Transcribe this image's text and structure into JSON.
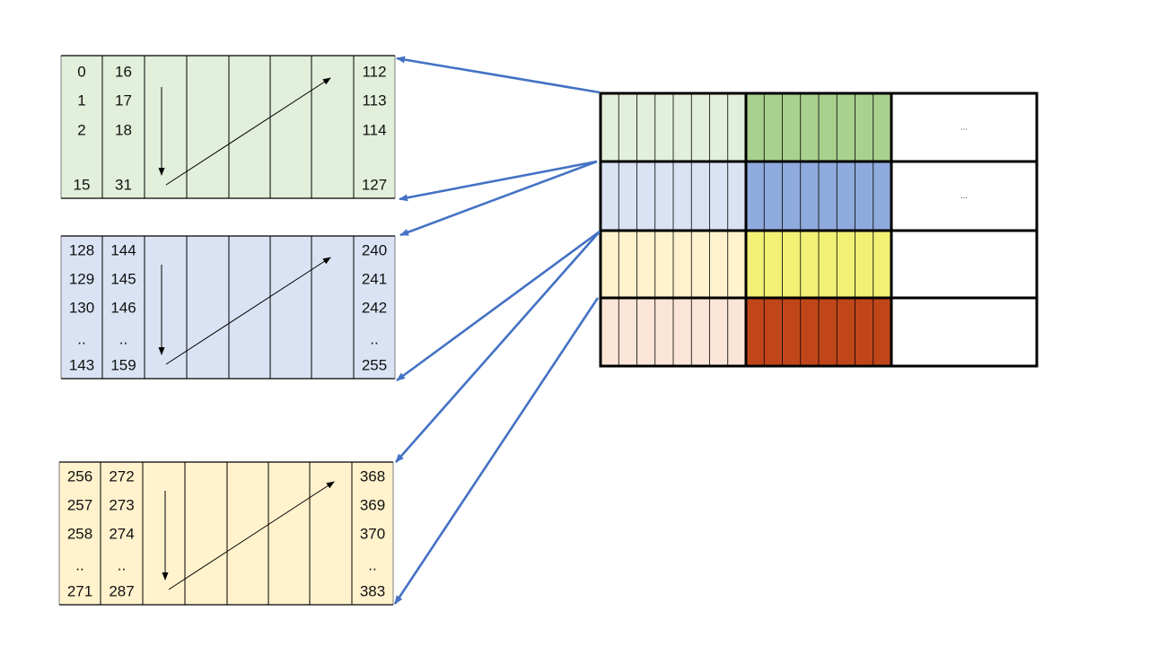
{
  "colors": {
    "panel_green": "#e2efda",
    "panel_blue": "#dae3f3",
    "panel_yellow": "#fff2cc",
    "grid_peach": "#fbe5d6",
    "dark_green": "#a9d18e",
    "dark_blue": "#8faadc",
    "dark_yellow": "#f2f075",
    "dark_red": "#c0461a",
    "connector": "#4472c4",
    "line": "#000000"
  },
  "panels": [
    {
      "name": "panel-green",
      "color_key": "panel_green",
      "first_col": [
        "0",
        "1",
        "2",
        "",
        "15"
      ],
      "second_col": [
        "16",
        "17",
        "18",
        "",
        "31"
      ],
      "last_col": [
        "112",
        "113",
        "114",
        "",
        "127"
      ]
    },
    {
      "name": "panel-blue",
      "color_key": "panel_blue",
      "first_col": [
        "128",
        "129",
        "130",
        "..",
        "143"
      ],
      "second_col": [
        "144",
        "145",
        "146",
        "..",
        "159"
      ],
      "last_col": [
        "240",
        "241",
        "242",
        "..",
        "255"
      ]
    },
    {
      "name": "panel-yellow",
      "color_key": "panel_yellow",
      "first_col": [
        "256",
        "257",
        "258",
        "..",
        "271"
      ],
      "second_col": [
        "272",
        "273",
        "274",
        "..",
        "287"
      ],
      "last_col": [
        "368",
        "369",
        "370",
        "..",
        "383"
      ]
    }
  ],
  "grid": {
    "rows": [
      {
        "light_key": "panel_green",
        "dark_key": "dark_green",
        "ellipsis": "..."
      },
      {
        "light_key": "panel_blue",
        "dark_key": "dark_blue",
        "ellipsis": "..."
      },
      {
        "light_key": "panel_yellow",
        "dark_key": "dark_yellow",
        "ellipsis": ""
      },
      {
        "light_key": "grid_peach",
        "dark_key": "dark_red",
        "ellipsis": ""
      }
    ]
  }
}
